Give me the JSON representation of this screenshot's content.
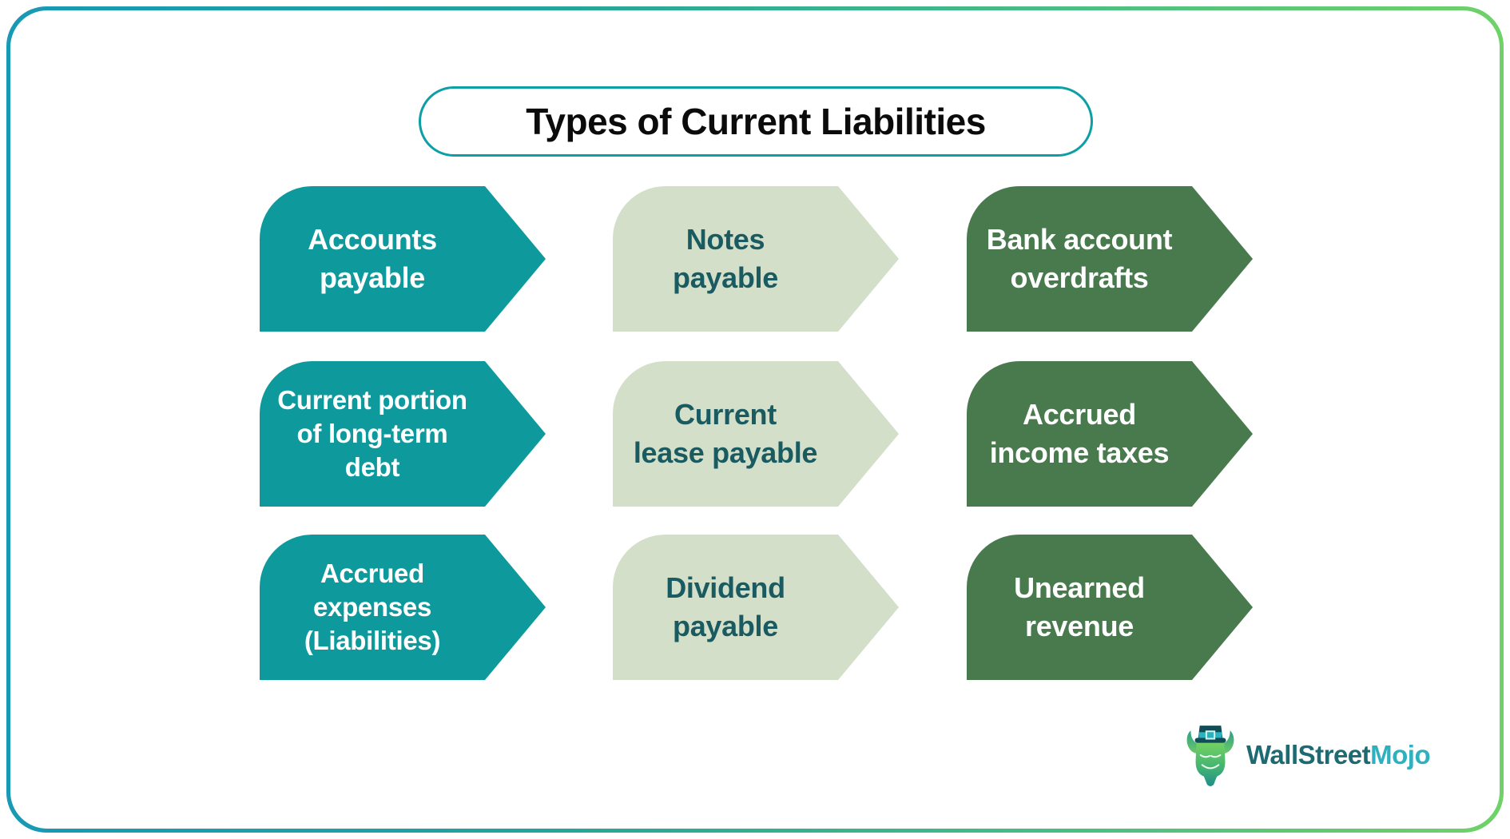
{
  "page": {
    "title": "Types of Current Liabilities"
  },
  "grid": {
    "columns": [
      {
        "name": "teal-column",
        "fill": "#0E9A9C",
        "text_color": "#FFFFFF"
      },
      {
        "name": "sage-column",
        "fill": "#D3DFC8",
        "text_color": "#1A5B62"
      },
      {
        "name": "green-column",
        "fill": "#497A4D",
        "text_color": "#FFFFFF"
      }
    ],
    "cells": [
      {
        "text": "Accounts\npayable"
      },
      {
        "text": "Notes\npayable"
      },
      {
        "text": "Bank account\noverdrafts"
      },
      {
        "text": "Current portion\nof long-term\ndebt"
      },
      {
        "text": "Current\nlease payable"
      },
      {
        "text": "Accrued\nincome taxes"
      },
      {
        "text": "Accrued\nexpenses\n(Liabilities)"
      },
      {
        "text": "Dividend\npayable"
      },
      {
        "text": "Unearned\nrevenue"
      }
    ]
  },
  "logo": {
    "icon": "bull-mascot-icon",
    "wallstreet": "WallStreet",
    "mojo": "Mojo"
  },
  "colors": {
    "frame_gradient_left": "#1899B4",
    "frame_gradient_right": "#6FD269",
    "title_border": "#0D9FA5",
    "title_text": "#0B0B0B",
    "logo_wallstreet": "#1E6A73",
    "logo_mojo": "#2FB0BE"
  }
}
